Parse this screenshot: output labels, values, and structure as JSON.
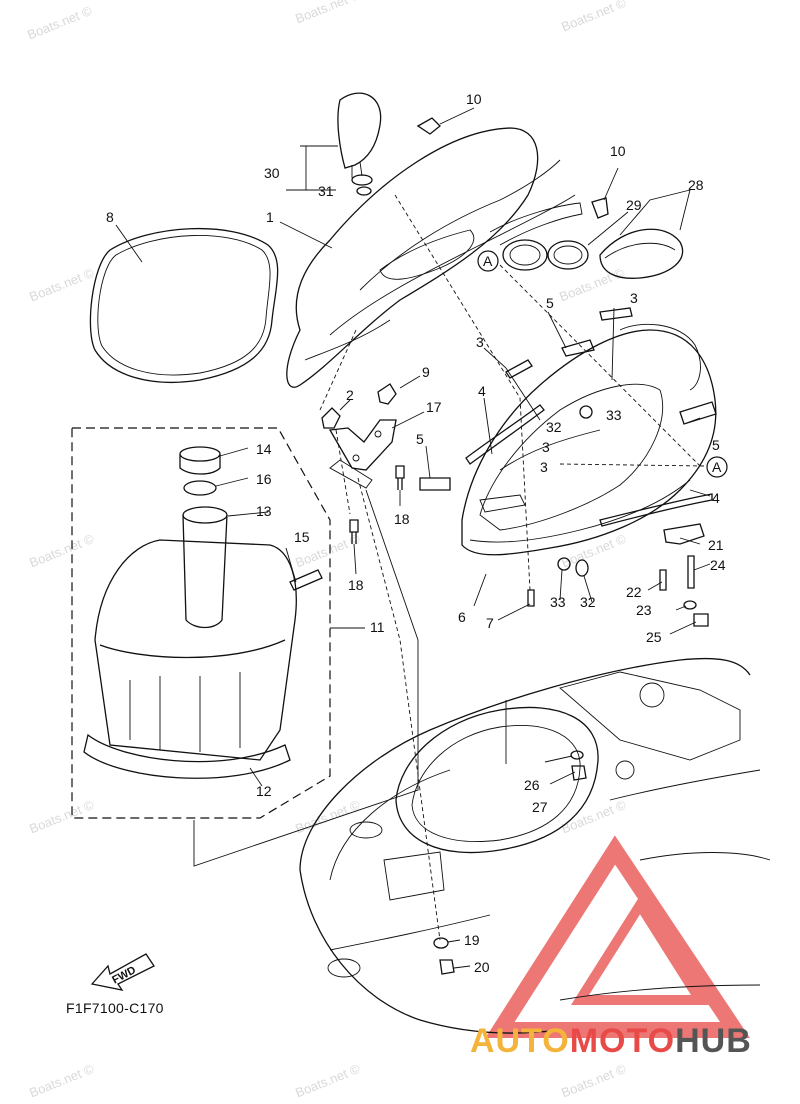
{
  "watermark": "Boats.net ©",
  "diagram_code": "F1F7100-C170",
  "fwd_label": "FWD",
  "brand": {
    "part1": "AUTO",
    "part2": "MOTO",
    "part3": "HUB"
  },
  "marker_A": "A",
  "labels": {
    "p1": "1",
    "p2": "2",
    "p3a": "3",
    "p3b": "3",
    "p3c": "3",
    "p3d": "3",
    "p4a": "4",
    "p4b": "4",
    "p5a": "5",
    "p5b": "5",
    "p5c": "5",
    "p6": "6",
    "p7": "7",
    "p8": "8",
    "p9": "9",
    "p10a": "10",
    "p10b": "10",
    "p11": "11",
    "p12": "12",
    "p13": "13",
    "p14": "14",
    "p15": "15",
    "p16": "16",
    "p17": "17",
    "p18a": "18",
    "p18b": "18",
    "p19": "19",
    "p20": "20",
    "p21": "21",
    "p22": "22",
    "p23": "23",
    "p24": "24",
    "p25": "25",
    "p26": "26",
    "p27": "27",
    "p28": "28",
    "p29": "29",
    "p30": "30",
    "p31": "31",
    "p32a": "32",
    "p32b": "32",
    "p33a": "33",
    "p33b": "33"
  },
  "colors": {
    "line": "#111111",
    "watermark": "#d9d9d9",
    "logo_red": "#e84a48",
    "logo_orange": "#f4b33a",
    "logo_gray": "#555555"
  }
}
